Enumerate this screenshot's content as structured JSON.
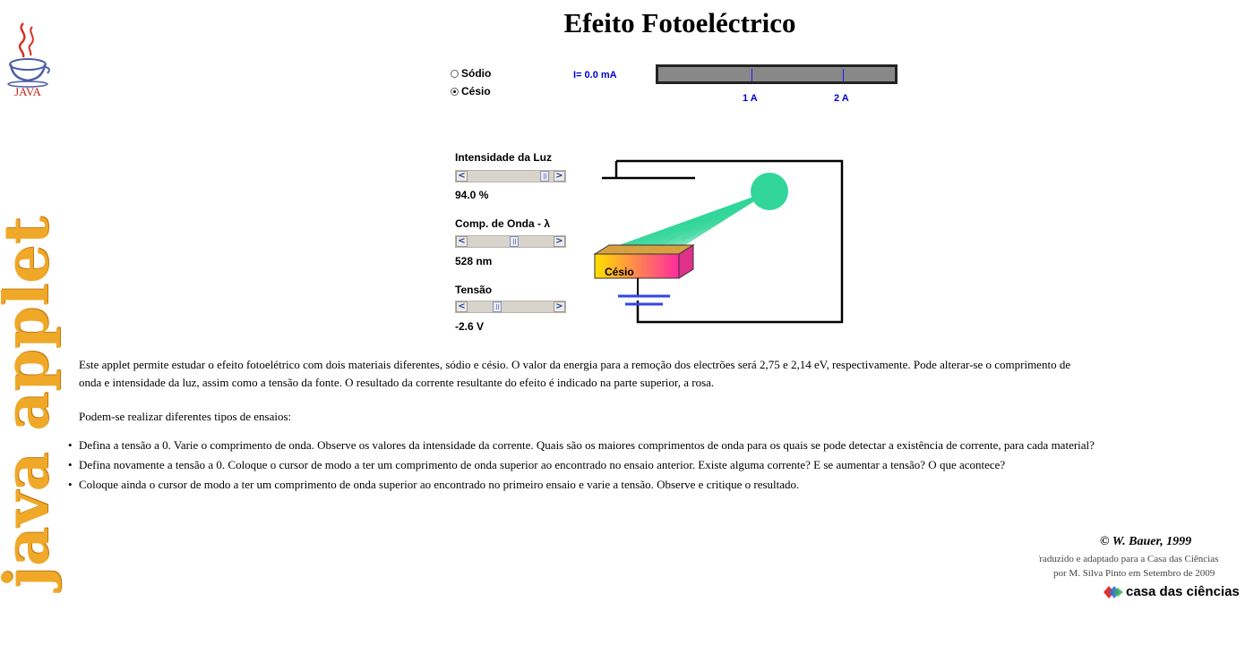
{
  "page": {
    "title": "Efeito Fotoeléctrico",
    "java_logo_text": "JAVA",
    "java_banner_text": "java applet"
  },
  "applet": {
    "materials": [
      {
        "label": "Sódio",
        "checked": false
      },
      {
        "label": "Césio",
        "checked": true
      }
    ],
    "current_readout": "I= 0.0 mA",
    "meter_labels": [
      "1 A",
      "2 A"
    ],
    "controls": [
      {
        "label": "Intensidade da Luz",
        "value": "94.0 %",
        "position": 0.94
      },
      {
        "label": "Comp. de Onda - λ",
        "value": "528 nm",
        "position": 0.55
      },
      {
        "label": "Tensão",
        "value": "-2.6 V",
        "position": 0.32
      }
    ],
    "cathode_label": "Césio",
    "colors": {
      "current_text": "#0000cc",
      "light_beam": "#33d69a",
      "cathode_gradient_start": "#ffe000",
      "cathode_gradient_end": "#ff2aa0",
      "battery": "#3344ee"
    }
  },
  "content": {
    "intro_line1": "Este applet permite estudar o efeito fotoelétrico com dois materiais diferentes, sódio e césio. O valor da energia para a remoção dos electrões será 2,75 e 2,14 eV, respectivamente. Pode alterar-se o comprimento de",
    "intro_line2": "onda e intensidade da luz, assim como a tensão da fonte. O resultado da corrente resultante do efeito é indicado na parte superior, a rosa.",
    "tests_intro": "Podem-se realizar diferentes tipos de ensaios:",
    "tests": [
      "Defina a tensão a 0. Varie o comprimento de onda. Observe os valores da intensidade da corrente. Quais são os maiores comprimentos de onda para os quais se pode detectar a existência de corrente, para cada material?",
      "Defina novamente a tensão a 0. Coloque o cursor de modo a ter um comprimento de onda superior ao encontrado no ensaio anterior. Existe alguma corrente? E se aumentar a tensão? O que acontece?",
      "Coloque ainda o cursor de modo a ter um comprimento de onda superior ao encontrado no primeiro ensaio e varie a tensão. Observe e critique o resultado."
    ]
  },
  "credits": {
    "author": "© W. Bauer, 1999",
    "line1": "Traduzido e adaptado para a Casa das Ciências",
    "line2": "por M. Silva Pinto em Setembro de 2009",
    "brand": "casa das ciências"
  }
}
